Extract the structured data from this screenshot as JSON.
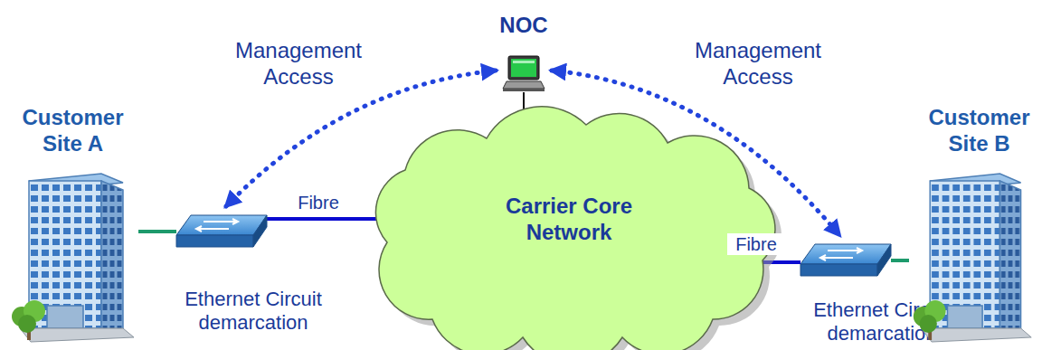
{
  "diagram": {
    "nodes": [
      {
        "text": [
          "Customer Site A"
        ]
      },
      {
        "text": [
          "Ethernet Circuit demarcation"
        ]
      },
      {
        "text": [
          "NOC"
        ]
      },
      {
        "text": [
          "Carrier Core Network"
        ]
      },
      {
        "text": [
          "Ethernet Circuit demarcation"
        ]
      },
      {
        "text": [
          "Customer Site B"
        ]
      }
    ],
    "edges": [
      {
        "from": 0,
        "to": 1,
        "arrow": "none"
      },
      {
        "from": 1,
        "to": 3,
        "arrow": "none",
        "label": "Fibre"
      },
      {
        "from": 2,
        "to": 3,
        "arrow": "none"
      },
      {
        "from": 3,
        "to": 4,
        "arrow": "none",
        "label": "Fibre"
      },
      {
        "from": 4,
        "to": 5,
        "arrow": "none"
      },
      {
        "from": 2,
        "to": 1,
        "arrow": "both",
        "label": "Management Access"
      },
      {
        "from": 2,
        "to": 4,
        "arrow": "both",
        "label": "Management Access"
      }
    ]
  }
}
